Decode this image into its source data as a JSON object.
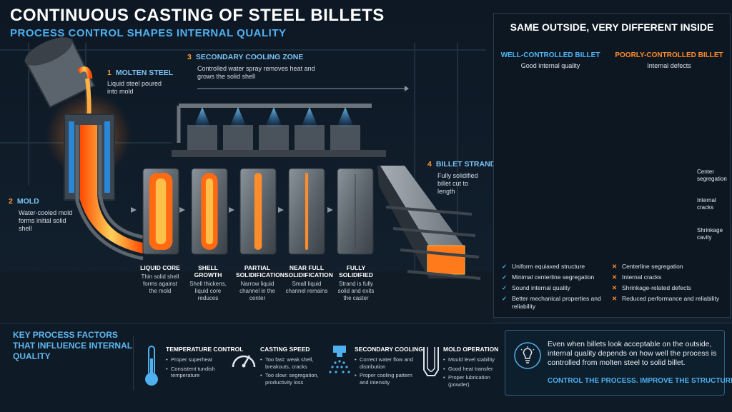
{
  "header": {
    "title": "CONTINUOUS CASTING OF STEEL BILLETS",
    "subtitle": "PROCESS CONTROL SHAPES INTERNAL QUALITY"
  },
  "steps": [
    {
      "num": "1",
      "title": "MOLTEN STEEL",
      "desc": "Liquid steel poured into mold"
    },
    {
      "num": "2",
      "title": "MOLD",
      "desc": "Water-cooled mold forms initial solid shell"
    },
    {
      "num": "3",
      "title": "SECONDARY COOLING ZONE",
      "desc": "Controlled water spray removes heat and grows the solid shell"
    },
    {
      "num": "4",
      "title": "BILLET STRAND",
      "desc": "Fully solidified billet cut to length"
    }
  ],
  "stages": [
    {
      "title": "LIQUID CORE",
      "desc": "Thin solid shell forms against the mold",
      "core": 0.78
    },
    {
      "title": "SHELL GROWTH",
      "desc": "Shell thickens, liquid core reduces",
      "core": 0.55
    },
    {
      "title": "PARTIAL SOLIDIFICATION",
      "desc": "Narrow liquid channel in the center",
      "core": 0.25
    },
    {
      "title": "NEAR FULL SOLIDIFICATION",
      "desc": "Small liquid channel remains",
      "core": 0.1
    },
    {
      "title": "FULLY SOLIDIFIED",
      "desc": "Strand is fully solid and exits the caster",
      "core": 0.0
    }
  ],
  "comparison": {
    "title": "SAME OUTSIDE, VERY DIFFERENT INSIDE",
    "good": {
      "title": "WELL-CONTROLLED BILLET",
      "subtitle": "Good internal quality",
      "items": [
        "Uniform equiaxed structure",
        "Minimal centerline segregation",
        "Sound internal quality",
        "Better mechanical properties and reliability"
      ]
    },
    "bad": {
      "title": "POORLY-CONTROLLED BILLET",
      "subtitle": "Internal defects",
      "callouts": [
        "Center segregation",
        "Internal cracks",
        "Shrinkage cavity"
      ],
      "items": [
        "Centerline segregation",
        "Internal cracks",
        "Shrinkage-related defects",
        "Reduced performance and reliability"
      ]
    }
  },
  "factors": {
    "title": "KEY PROCESS FACTORS THAT INFLUENCE INTERNAL QUALITY",
    "items": [
      {
        "title": "TEMPERATURE CONTROL",
        "icon": "thermometer-icon",
        "points": [
          "Proper superheat",
          "Consistent tundish temperature"
        ]
      },
      {
        "title": "CASTING SPEED",
        "icon": "gauge-icon",
        "points": [
          "Too fast: weak shell, breakouts, cracks",
          "Too slow: segregation, productivity loss"
        ]
      },
      {
        "title": "SECONDARY COOLING",
        "icon": "spray-nozzle-icon",
        "points": [
          "Correct water flow and distribution",
          "Proper cooling pattern and intensity"
        ]
      },
      {
        "title": "MOLD OPERATION",
        "icon": "mold-icon",
        "points": [
          "Mould level stability",
          "Good heat transfer",
          "Proper lubrication (powder)"
        ]
      }
    ]
  },
  "callout": {
    "text": "Even when billets look acceptable on the outside, internal quality depends on how well the process is controlled from molten steel to solid billet.",
    "cta": "CONTROL THE PROCESS. IMPROVE THE STRUCTURE.",
    "icon": "lightbulb-icon"
  },
  "colors": {
    "accent_blue": "#4fb0f0",
    "accent_orange": "#ff8c2a",
    "molten": "#ff6a12",
    "background": "#0b141d"
  }
}
